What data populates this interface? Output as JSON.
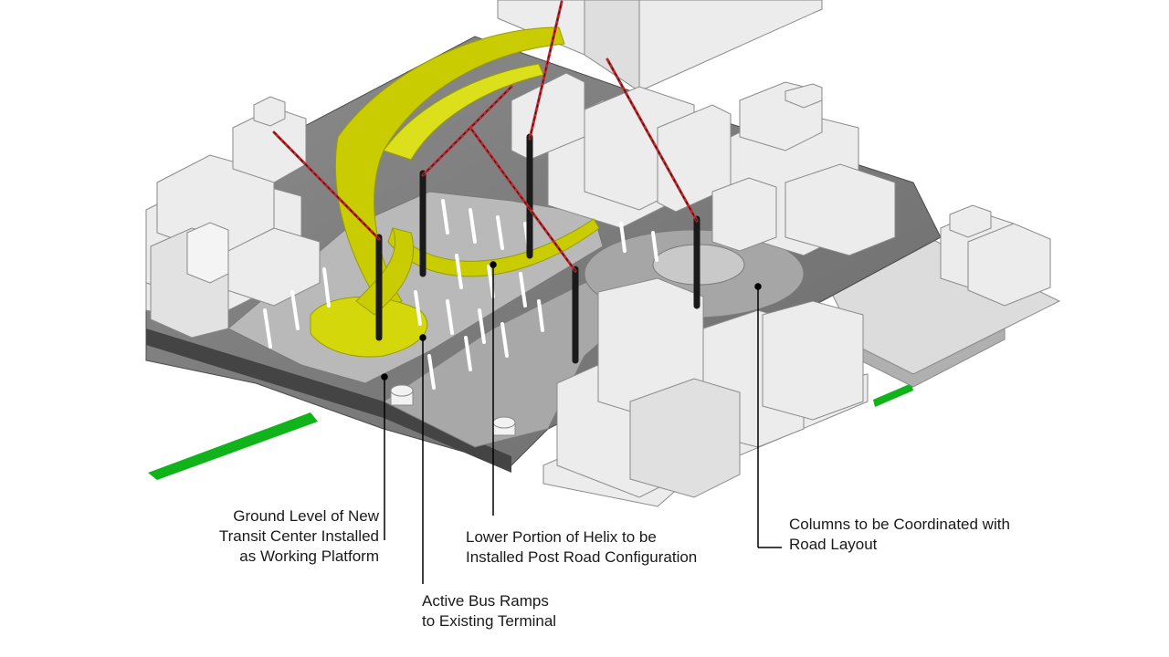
{
  "colors": {
    "helix": "#c8cc00",
    "helix_edge": "#9a9d00",
    "green_track": "#11b31a",
    "crane_red": "#c1272d",
    "crane_black": "#1a1a1a",
    "building": "#ececec",
    "building_edge": "#8a8a8a",
    "deck_dark": "#5f5f5f",
    "deck_mid": "#9a9a9a",
    "deck_light": "#c4c4c4",
    "leader_line": "#000000",
    "label_text": "#1a1a1a"
  },
  "labels": {
    "ground_level": {
      "line1": "Ground Level of New",
      "line2": "Transit Center Installed",
      "line3": "as Working Platform"
    },
    "bus_ramps": {
      "line1": "Active Bus Ramps",
      "line2": "to Existing Terminal"
    },
    "helix": {
      "line1": "Lower Portion of Helix to be",
      "line2": "Installed Post Road Configuration"
    },
    "columns": {
      "line1": "Columns to be Coordinated with",
      "line2": "Road Layout"
    }
  }
}
